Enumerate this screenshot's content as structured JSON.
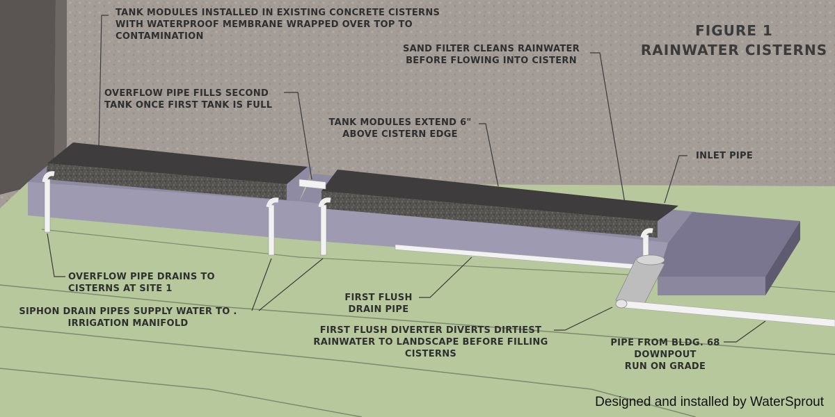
{
  "figure": {
    "number": "FIGURE  1",
    "title": "RAINWATER CISTERNS"
  },
  "labels": {
    "tank_modules_installed": [
      "TANK MODULES INSTALLED IN EXISTING CONCRETE CISTERNS",
      "WITH WATERPROOF MEMBRANE WRAPPED OVER TOP TO",
      "CONTAMINATION"
    ],
    "sand_filter": [
      "SAND FILTER CLEANS RAINWATER",
      "BEFORE FLOWING INTO CISTERN"
    ],
    "overflow_fills": [
      "OVERFLOW PIPE FILLS SECOND",
      "TANK ONCE FIRST TANK IS FULL"
    ],
    "tank_modules_extend": [
      "TANK MODULES EXTEND 6\"",
      "ABOVE CISTERN EDGE"
    ],
    "inlet_pipe": [
      "INLET PIPE"
    ],
    "overflow_drains": [
      "OVERFLOW PIPE DRAINS TO",
      "CISTERNS AT SITE 1"
    ],
    "first_flush_drain": [
      "FIRST FLUSH",
      "DRAIN PIPE"
    ],
    "siphon_drain": [
      "SIPHON DRAIN PIPES SUPPLY WATER TO .",
      "IRRIGATION MANIFOLD"
    ],
    "first_flush_diverter": [
      "FIRST FLUSH DIVERTER DIVERTS DIRTIEST",
      "RAINWATER TO LANDSCAPE BEFORE FILLING",
      "CISTERNS"
    ],
    "pipe_from_bldg": [
      "PIPE FROM BLDG. 68",
      "DOWNPOUT",
      "RUN ON GRADE"
    ]
  },
  "credit": "Designed and installed by WaterSprout",
  "colors": {
    "wall": "#a29b96",
    "ground": "#b4c79a",
    "cistern": "#9c98ae",
    "cistern_dark": "#7f7b93",
    "membrane": "#3e3c3c",
    "pipe": "#f2f2f2",
    "text": "#2f2f2f"
  }
}
